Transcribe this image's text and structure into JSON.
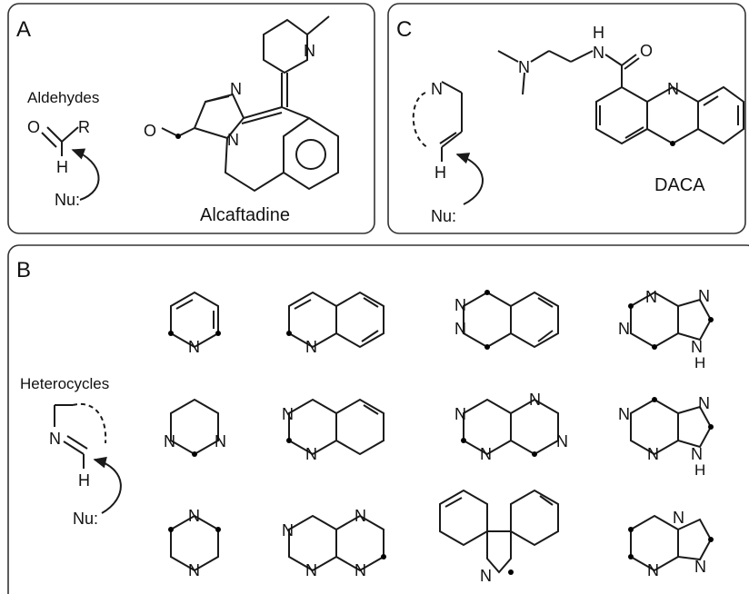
{
  "panels": {
    "a": {
      "letter": "A",
      "aldehyde_label": "Aldehydes",
      "drug_name": "Alcaftadine",
      "atoms": {
        "o": "O",
        "r": "R",
        "h": "H",
        "nu": "Nu:",
        "o2": "O",
        "n1": "N",
        "n2": "N",
        "n3": "N"
      }
    },
    "b": {
      "letter": "B",
      "heterocycle_label": "Heterocycles",
      "atoms": {
        "n": "N",
        "h": "H",
        "nu": "Nu:",
        "nh": "NH",
        "n_h": "H"
      }
    },
    "c": {
      "letter": "C",
      "drug_name": "DACA",
      "atoms": {
        "n": "N",
        "h": "H",
        "nu": "Nu:",
        "o": "O",
        "nh": "N",
        "nh_h": "H",
        "n_amine": "N",
        "n_ring": "N"
      }
    }
  },
  "colors": {
    "line": "#1a1a1a",
    "panel_border": "#333333",
    "dot": "#000000"
  }
}
